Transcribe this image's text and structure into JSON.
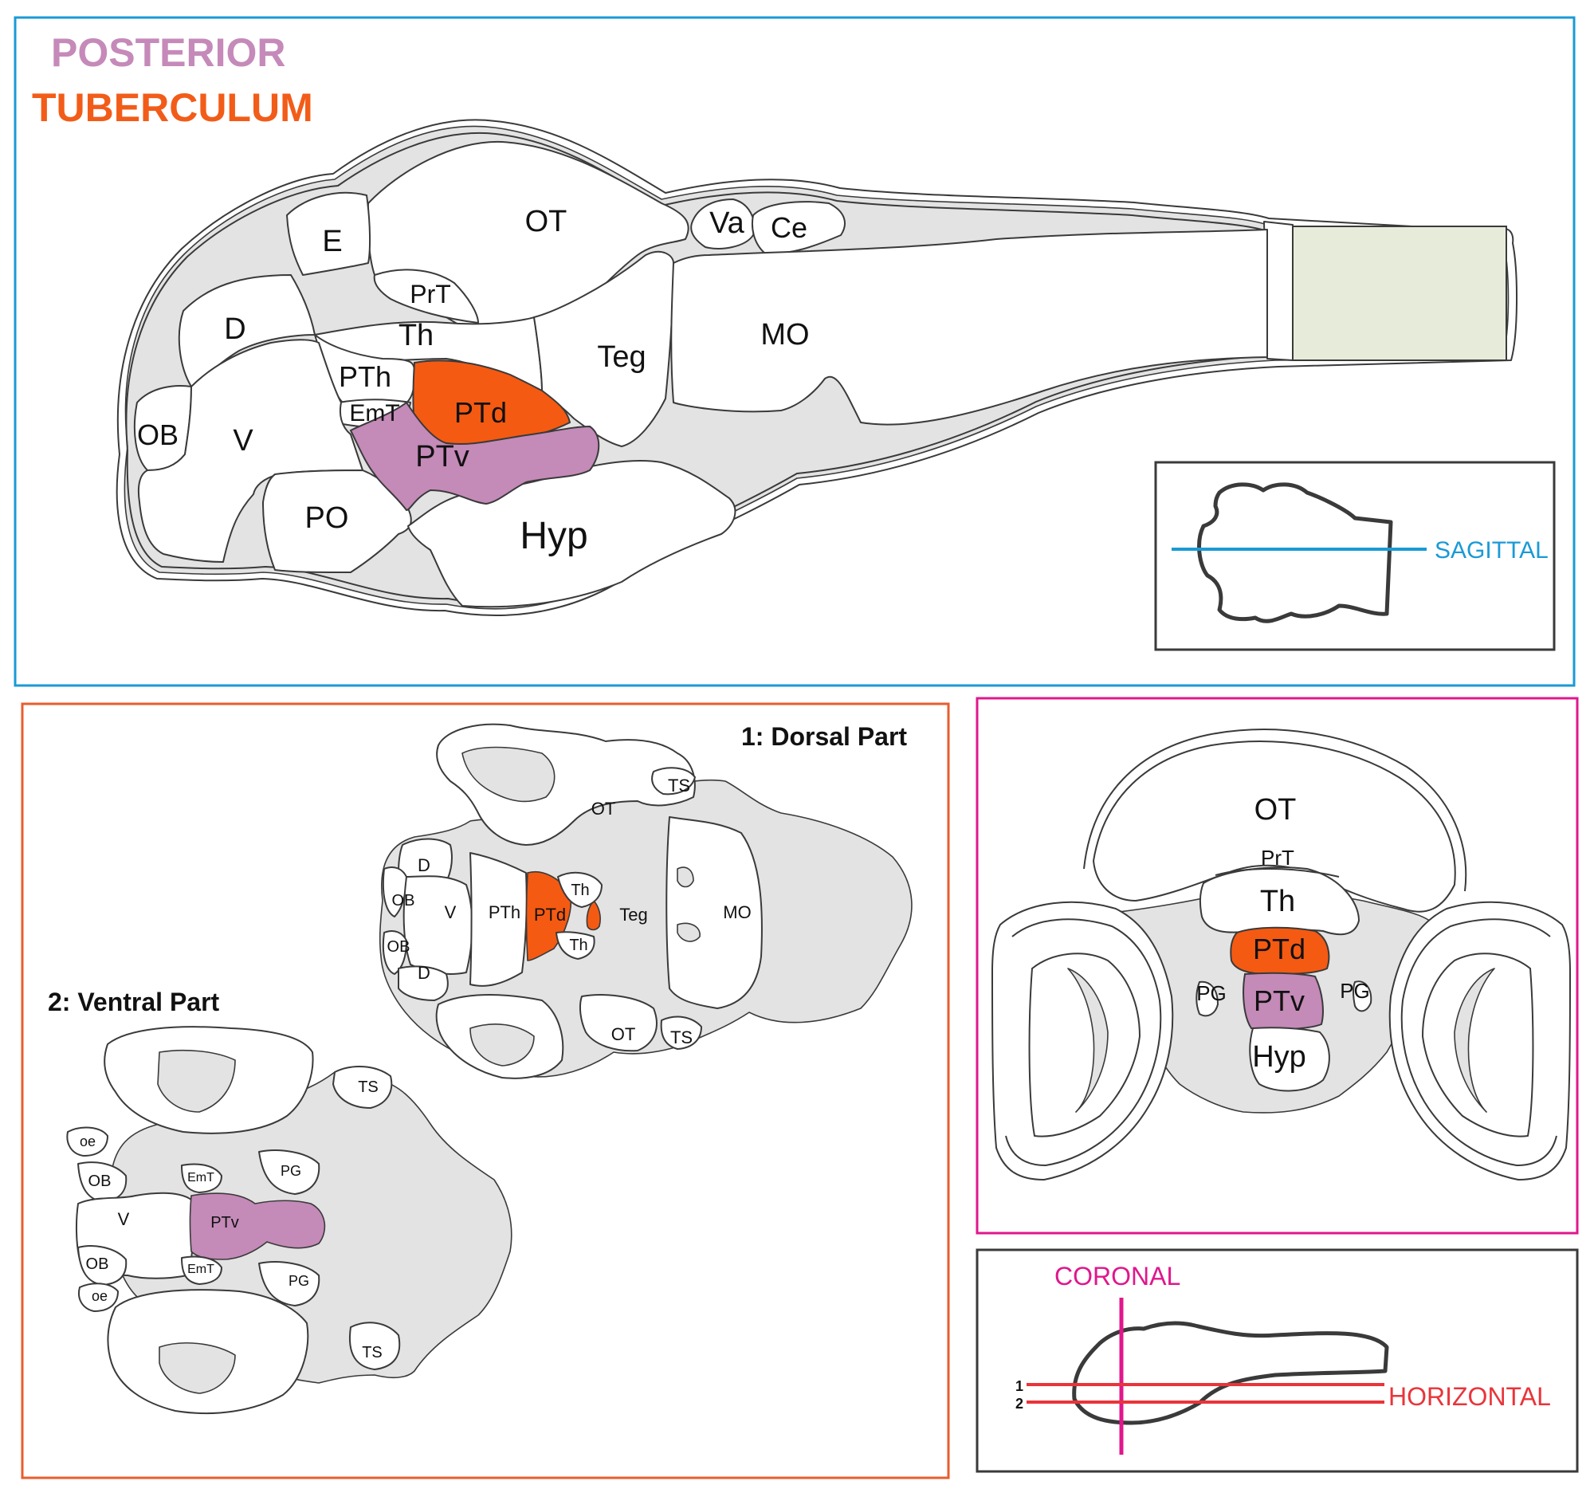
{
  "title": {
    "line1": "POSTERIOR",
    "line2": "TUBERCULUM"
  },
  "colors": {
    "posterior": "#c58ab9",
    "tuberculum": "#f25c19",
    "ptd": "#f55a12",
    "ptv": "#c48ab8",
    "sagittal": "#1a9ad6",
    "coronal": "#e0178c",
    "horizontal": "#e8353a",
    "horizontal_panel": "#e85d2e",
    "spinal_cord": "#e7ebda",
    "neutral_fill": "#e3e3e3"
  },
  "sagittal": {
    "labels": {
      "E": "E",
      "OT": "OT",
      "Va": "Va",
      "Ce": "Ce",
      "PrT": "PrT",
      "D": "D",
      "Th": "Th",
      "Teg": "Teg",
      "MO": "MO",
      "PTh": "PTh",
      "PTd": "PTd",
      "EmT": "EmT",
      "OB": "OB",
      "V": "V",
      "PTv": "PTv",
      "PO": "PO",
      "Hyp": "Hyp"
    },
    "plane_label": "SAGITTAL"
  },
  "horizontal": {
    "dorsal_title": "1: Dorsal Part",
    "ventral_title": "2: Ventral Part",
    "dorsal_labels": {
      "OT_top": "OT",
      "TS_top": "TS",
      "D_top": "D",
      "OB_top": "OB",
      "V": "V",
      "PTh": "PTh",
      "PTd": "PTd",
      "Th_top": "Th",
      "Teg": "Teg",
      "MO": "MO",
      "OB_bottom": "OB",
      "Th_bottom": "Th",
      "D_bottom": "D",
      "OT_bottom": "OT",
      "TS_bottom": "TS"
    },
    "ventral_labels": {
      "TS_top": "TS",
      "oe_top": "oe",
      "OB_top": "OB",
      "EmT_top": "EmT",
      "PG_top": "PG",
      "V": "V",
      "PTv": "PTv",
      "OB_bottom": "OB",
      "EmT_bottom": "EmT",
      "PG_bottom": "PG",
      "oe_bottom": "oe",
      "TS_bottom": "TS"
    }
  },
  "coronal": {
    "labels": {
      "OT": "OT",
      "PrT": "PrT",
      "Th": "Th",
      "PTd": "PTd",
      "PG_left": "PG",
      "PTv": "PTv",
      "PG_right": "PG",
      "Hyp": "Hyp"
    },
    "plane_label": "CORONAL",
    "horizontal_label": "HORIZONTAL",
    "plane_1": "1",
    "plane_2": "2"
  }
}
